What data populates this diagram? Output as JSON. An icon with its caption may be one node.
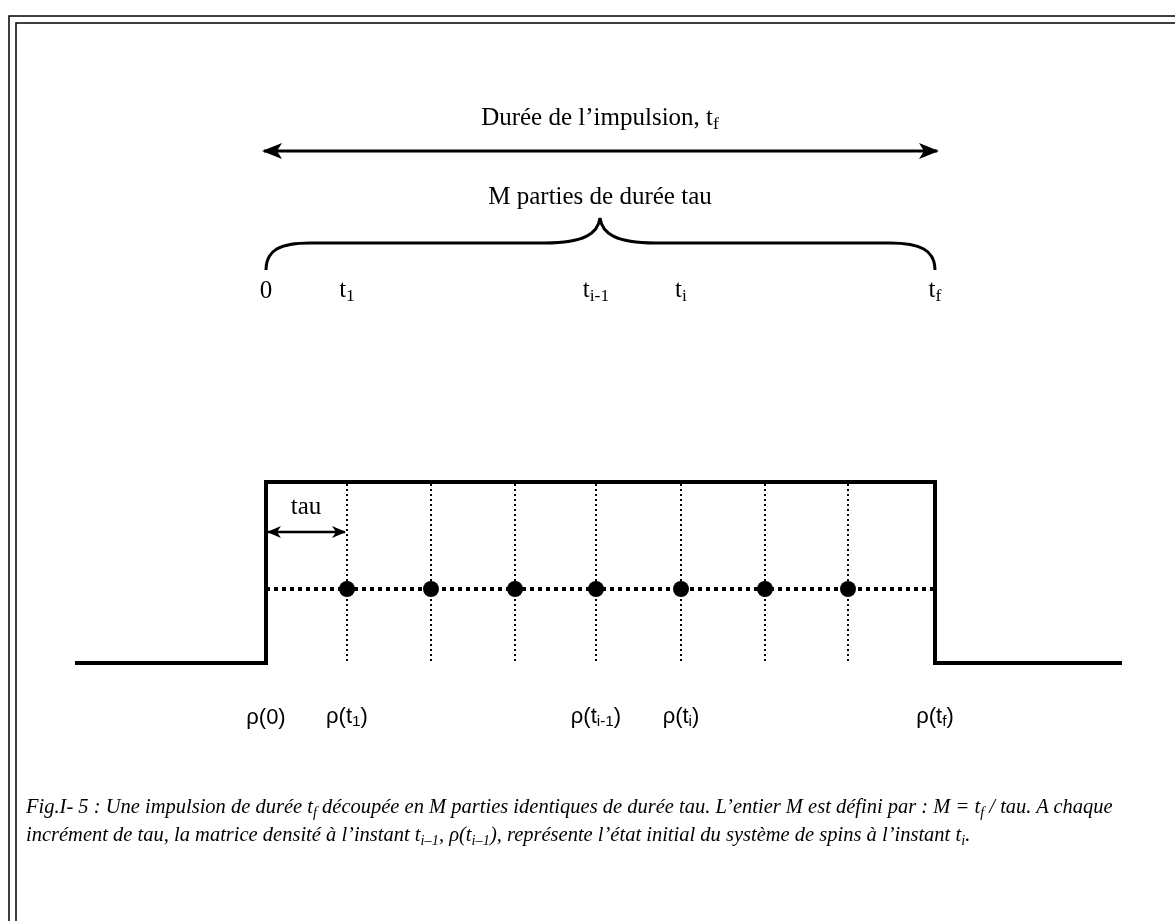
{
  "diagram": {
    "caption": "Fig.I- 5 : Une impulsion de durée t$_{f}$ découpée en M parties identiques de durée tau. L’entier M est défini par : M = t$_{f}$ / tau. A chaque incrément de tau, la matrice densité à l’instant t$_{i–1}$, ρ(t$_{i–1}$), représente l’état initial du système de spins à l’instant t$_{i}$.",
    "labels": [
      "Durée de l’impulsion, t$_{f}$",
      "M parties de durée tau",
      "0",
      "t$_{1}$",
      "t$_{i-1}$",
      "t$_{i}$",
      "t$_{f}$",
      "tau",
      "ρ(0)",
      "ρ(t$_{1}$)",
      "ρ(t$_{i-1}$)",
      "ρ(t$_{i}$)",
      "ρ(t$_{f}$)"
    ]
  }
}
